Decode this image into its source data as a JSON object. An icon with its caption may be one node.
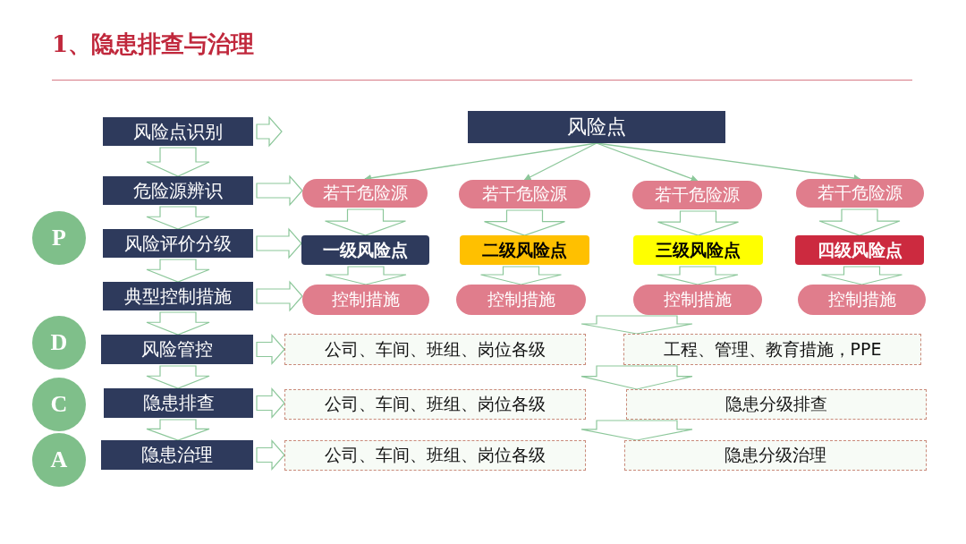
{
  "diagram": {
    "title": "1、隐患排查与治理",
    "nodes": [
      {
        "text": [
          "风险点识别"
        ]
      },
      {
        "text": [
          "危险源辨识"
        ]
      },
      {
        "text": [
          "风险评价分级"
        ]
      },
      {
        "text": [
          "典型控制措施"
        ]
      },
      {
        "text": [
          "风险管控"
        ]
      },
      {
        "text": [
          "隐患排查"
        ]
      },
      {
        "text": [
          "隐患治理"
        ]
      },
      {
        "text": [
          "风险点"
        ]
      },
      {
        "text": [
          "若干危险源"
        ]
      },
      {
        "text": [
          "若干危险源"
        ]
      },
      {
        "text": [
          "若干危险源"
        ]
      },
      {
        "text": [
          "若干危险源"
        ]
      },
      {
        "text": [
          "一级风险点"
        ]
      },
      {
        "text": [
          "二级风险点"
        ]
      },
      {
        "text": [
          "三级风险点"
        ]
      },
      {
        "text": [
          "四级风险点"
        ]
      },
      {
        "text": [
          "控制措施"
        ]
      },
      {
        "text": [
          "控制措施"
        ]
      },
      {
        "text": [
          "控制措施"
        ]
      },
      {
        "text": [
          "控制措施"
        ]
      },
      {
        "text": [
          "公司、车间、班组、岗位各级"
        ]
      },
      {
        "text": [
          "工程、管理、教育措施，PPE"
        ]
      },
      {
        "text": [
          "公司、车间、班组、岗位各级"
        ]
      },
      {
        "text": [
          "隐患分级排查"
        ]
      },
      {
        "text": [
          "公司、车间、班组、岗位各级"
        ]
      },
      {
        "text": [
          "隐患分级治理"
        ]
      },
      {
        "text": [
          "P"
        ]
      },
      {
        "text": [
          "D"
        ]
      },
      {
        "text": [
          "C"
        ]
      },
      {
        "text": [
          "A"
        ]
      }
    ],
    "edges": [
      {
        "from": 0,
        "to": null,
        "arrow": "to"
      },
      {
        "from": 1,
        "to": 8,
        "arrow": "to"
      },
      {
        "from": 2,
        "to": 12,
        "arrow": "to"
      },
      {
        "from": 3,
        "to": 16,
        "arrow": "to"
      },
      {
        "from": 4,
        "to": 20,
        "arrow": "to"
      },
      {
        "from": 5,
        "to": 22,
        "arrow": "to"
      },
      {
        "from": 6,
        "to": 24,
        "arrow": "to"
      },
      {
        "from": 0,
        "to": 1,
        "arrow": "to"
      },
      {
        "from": 1,
        "to": 2,
        "arrow": "to"
      },
      {
        "from": 2,
        "to": 3,
        "arrow": "to"
      },
      {
        "from": 3,
        "to": 4,
        "arrow": "to"
      },
      {
        "from": 4,
        "to": 5,
        "arrow": "to"
      },
      {
        "from": 5,
        "to": 6,
        "arrow": "to"
      },
      {
        "from": 7,
        "to": 8,
        "arrow": "to"
      },
      {
        "from": 7,
        "to": 9,
        "arrow": "to"
      },
      {
        "from": 7,
        "to": 10,
        "arrow": "to"
      },
      {
        "from": 7,
        "to": 11,
        "arrow": "to"
      },
      {
        "from": 8,
        "to": 12,
        "arrow": "to"
      },
      {
        "from": 9,
        "to": 13,
        "arrow": "to"
      },
      {
        "from": 10,
        "to": 14,
        "arrow": "to"
      },
      {
        "from": 11,
        "to": 15,
        "arrow": "to"
      },
      {
        "from": 12,
        "to": 16,
        "arrow": "to"
      },
      {
        "from": 13,
        "to": 17,
        "arrow": "to"
      },
      {
        "from": 14,
        "to": 18,
        "arrow": "to"
      },
      {
        "from": 15,
        "to": 19,
        "arrow": "to"
      },
      {
        "from": null,
        "to": 21,
        "arrow": "to"
      },
      {
        "from": 21,
        "to": 23,
        "arrow": "to"
      },
      {
        "from": 23,
        "to": 25,
        "arrow": "to"
      }
    ]
  }
}
